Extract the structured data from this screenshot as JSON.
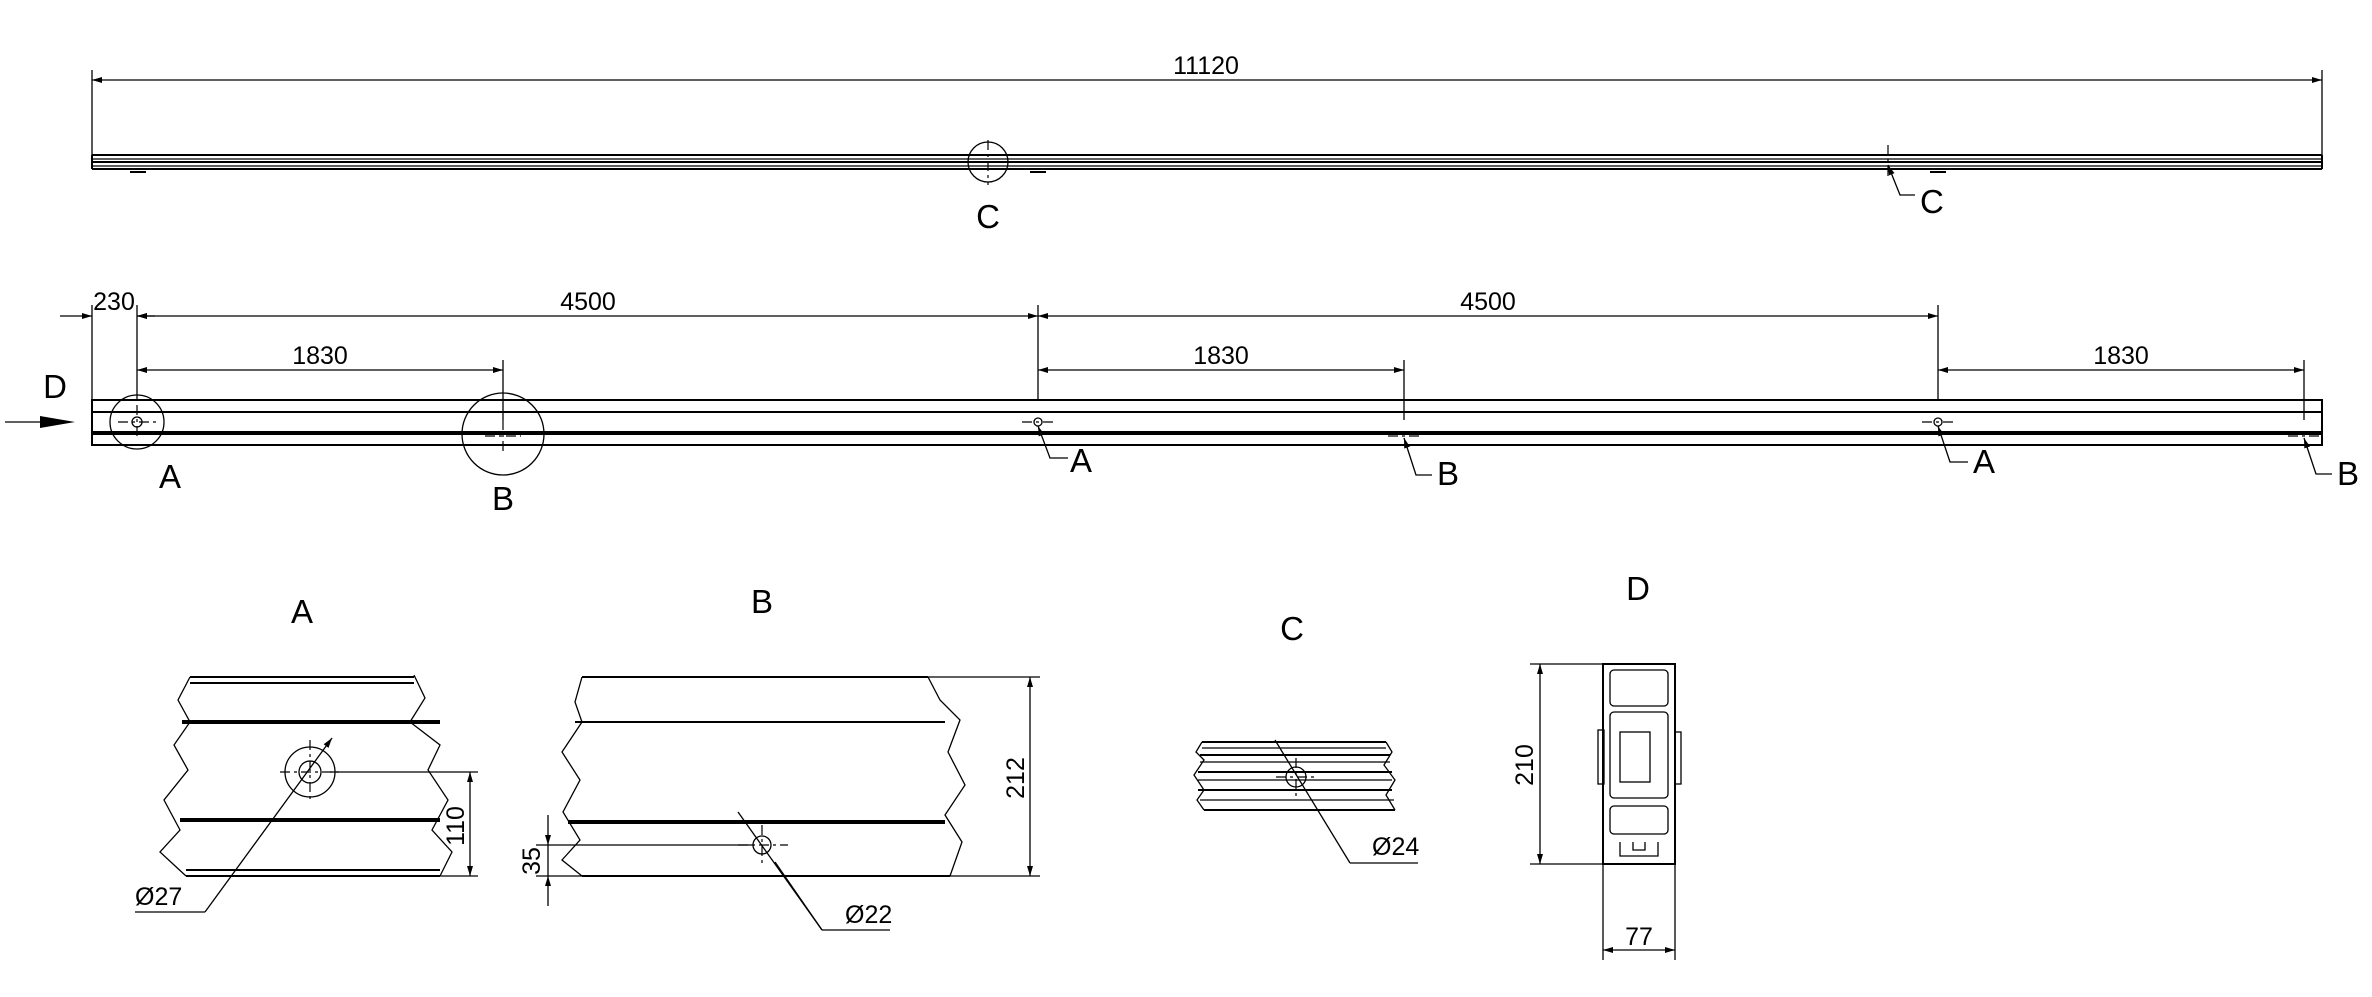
{
  "top_view": {
    "overall_length": "11120",
    "callout_left": "C",
    "callout_right": "C"
  },
  "side_view": {
    "dim_offset": "230",
    "dim_pitch_1": "4500",
    "dim_pitch_2": "4500",
    "dim_b1": "1830",
    "dim_b2": "1830",
    "dim_b3": "1830",
    "view_arrow": "D",
    "callout_a1": "A",
    "callout_b1": "B",
    "callout_a2": "A",
    "callout_b2": "B",
    "callout_a3": "A",
    "callout_b3": "B"
  },
  "detail_a": {
    "title": "A",
    "dia": "Ø27",
    "height": "110"
  },
  "detail_b": {
    "title": "B",
    "dia": "Ø22",
    "offset": "35",
    "height": "212"
  },
  "detail_c": {
    "title": "C",
    "dia": "Ø24"
  },
  "detail_d": {
    "title": "D",
    "height": "210",
    "width": "77"
  }
}
